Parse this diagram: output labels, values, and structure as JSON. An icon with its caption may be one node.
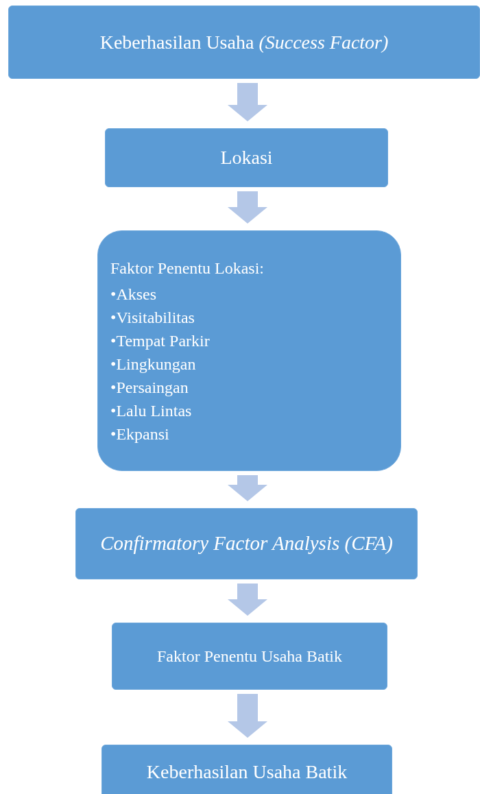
{
  "diagram": {
    "nodes": [
      {
        "text": [
          "Keberhasilan Usaha *(Success Factor)*"
        ]
      },
      {
        "text": [
          "Lokasi"
        ]
      },
      {
        "text": [
          "Faktor Penentu Lokasi:",
          "•Akses",
          "•Visitabilitas",
          "•Tempat Parkir",
          "•Lingkungan",
          "•Persaingan",
          "•Lalu Lintas",
          "•Ekpansi"
        ]
      },
      {
        "text": [
          "Confirmatory Factor Analysis (CFA)"
        ]
      },
      {
        "text": [
          "Faktor Penentu Usaha Batik"
        ]
      },
      {
        "text": [
          "Keberhasilan Usaha Batik"
        ]
      }
    ],
    "edges": [
      {
        "from": 0,
        "to": 1,
        "arrow": "to"
      },
      {
        "from": 1,
        "to": 2,
        "arrow": "to"
      },
      {
        "from": 2,
        "to": 3,
        "arrow": "to"
      },
      {
        "from": 3,
        "to": 4,
        "arrow": "to"
      },
      {
        "from": 4,
        "to": 5,
        "arrow": "to"
      }
    ]
  }
}
